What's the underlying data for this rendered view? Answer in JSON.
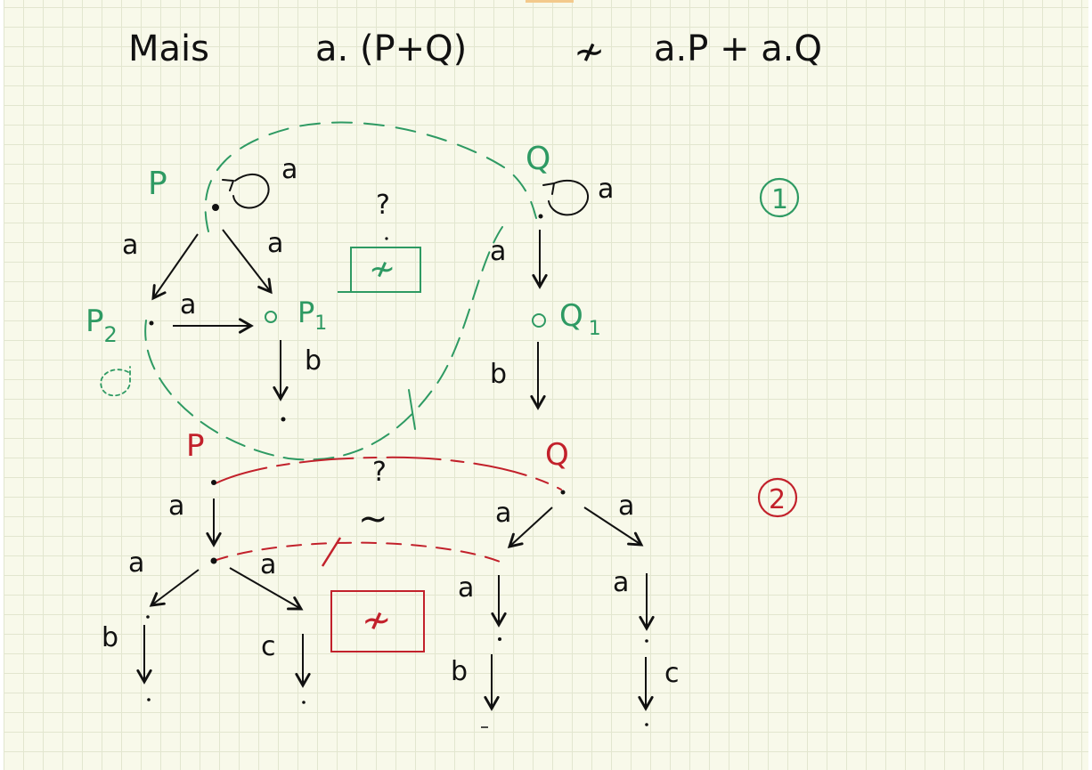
{
  "colors": {
    "ink": "#111111",
    "green": "#2e9a63",
    "red": "#c2212b",
    "paper": "#f8f9ea",
    "grid": "#e2e6cf"
  },
  "heading": {
    "word": "Mais",
    "lhs": "a. (P+Q)",
    "relation": "≁",
    "rhs": "a.P + a.Q"
  },
  "diagram1": {
    "number": "1",
    "left": {
      "root": "P",
      "loop_label": "a",
      "edge_left": "a",
      "edge_right": "a",
      "node_p2": "P",
      "node_p2_sub": "2",
      "edge_p2_p1": "a",
      "node_p1": "P",
      "node_p1_sub": "1",
      "edge_down": "b"
    },
    "right": {
      "root": "Q",
      "loop_label": "a",
      "edge_down1": "a",
      "node_q1": "Q",
      "node_q1_sub": "1",
      "edge_down2": "b"
    },
    "question": "?",
    "verdict": "≁"
  },
  "diagram2": {
    "number": "2",
    "left": {
      "root": "P",
      "edge_a1": "a",
      "edge_a2": "a",
      "edge_a3": "a",
      "edge_b": "b",
      "edge_c": "c"
    },
    "right": {
      "root": "Q",
      "edge_left": "a",
      "edge_right": "a",
      "edge_left_down": "a",
      "edge_right_down": "a",
      "edge_b": "b",
      "edge_c": "c"
    },
    "question": "?",
    "tilde": "~",
    "verdict": "≁"
  }
}
